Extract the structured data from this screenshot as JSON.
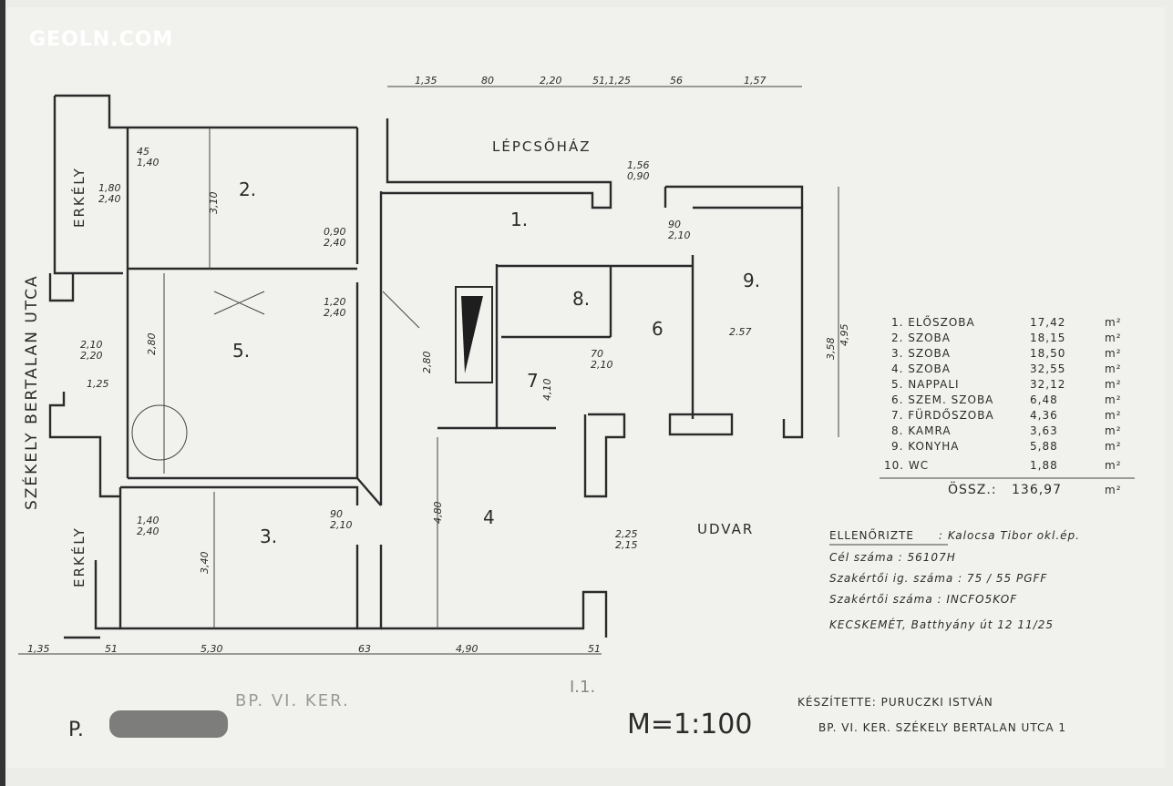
{
  "watermark": "GEOLN.COM",
  "labels": {
    "stairwell": "LÉPCSŐHÁZ",
    "courtyard": "UDVAR",
    "balcony_top": "ERKÉLY",
    "balcony_bottom": "ERKÉLY",
    "street": "SZÉKELY BERTALAN UTCA",
    "district": "BP. VI. KER.",
    "scale": "M=1:100",
    "floor": "I.1.",
    "owner_initial": "P."
  },
  "rooms": [
    "1.",
    "2.",
    "3.",
    "4",
    "5.",
    "6",
    "7",
    "8.",
    "9."
  ],
  "room9_extra": "2.57",
  "dims_top": [
    "1,35",
    "80",
    "2,20",
    "51,1,25",
    "56",
    "1,57"
  ],
  "dims_bottom": [
    "1,35",
    "51",
    "5,30",
    "63",
    "4,90",
    "51"
  ],
  "dims": {
    "r2_h": "3,10",
    "r2_door": "0,90\n2,40",
    "r2_a": "1,80\n2,40",
    "r2_b": "45\n1,40",
    "r5_h": "2,80",
    "r5_door": "1,20\n2,40",
    "r5_left": "2,10\n2,20",
    "r5_w": "1,25",
    "r3_h": "3,40",
    "r3_a": "1,40\n2,40",
    "r3_door": "90\n2,10",
    "r4_h": "4,80",
    "r4_side": "2,80",
    "r4_court": "2,25\n2,15",
    "r1_top": "90\n2,10",
    "r7_h": "4,10",
    "r7_door": "70\n2,10",
    "r9_h": "4,95",
    "r9_a": "3,58",
    "stair": "1,56\n0,90"
  },
  "legend": {
    "rows": [
      {
        "name": "1. ELŐSZOBA",
        "area": "17,42",
        "unit": "m²"
      },
      {
        "name": "2. SZOBA",
        "area": "18,15",
        "unit": "m²"
      },
      {
        "name": "3. SZOBA",
        "area": "18,50",
        "unit": "m²"
      },
      {
        "name": "4. SZOBA",
        "area": "32,55",
        "unit": "m²"
      },
      {
        "name": "5. NAPPALI",
        "area": "32,12",
        "unit": "m²"
      },
      {
        "name": "6. SZEM. SZOBA",
        "area": "6,48",
        "unit": "m²"
      },
      {
        "name": "7. FÜRDŐSZOBA",
        "area": "4,36",
        "unit": "m²"
      },
      {
        "name": "8. KAMRA",
        "area": "3,63",
        "unit": "m²"
      },
      {
        "name": "9. KONYHA",
        "area": "5,88",
        "unit": "m²"
      },
      {
        "name": "10. WC",
        "area": "1,88",
        "unit": "m²"
      }
    ],
    "total_label": "ÖSSZ.:",
    "total": "136,97",
    "total_unit": "m²"
  },
  "checked": {
    "title": "ELLENŐRIZTE",
    "lines": [
      ": Kalocsa Tibor okl.ép.",
      "Cél száma : 56107H",
      "Szakértői ig. száma : 75 / 55 PGFF",
      "Szakértői száma : INCFO5KOF",
      "KECSKEMÉT, Batthyány út 12 11/25"
    ]
  },
  "made_by": {
    "line1": "KÉSZÍTETTE: PURUCZKI ISTVÁN",
    "line2": "BP. VI. KER. SZÉKELY BERTALAN UTCA 1"
  }
}
